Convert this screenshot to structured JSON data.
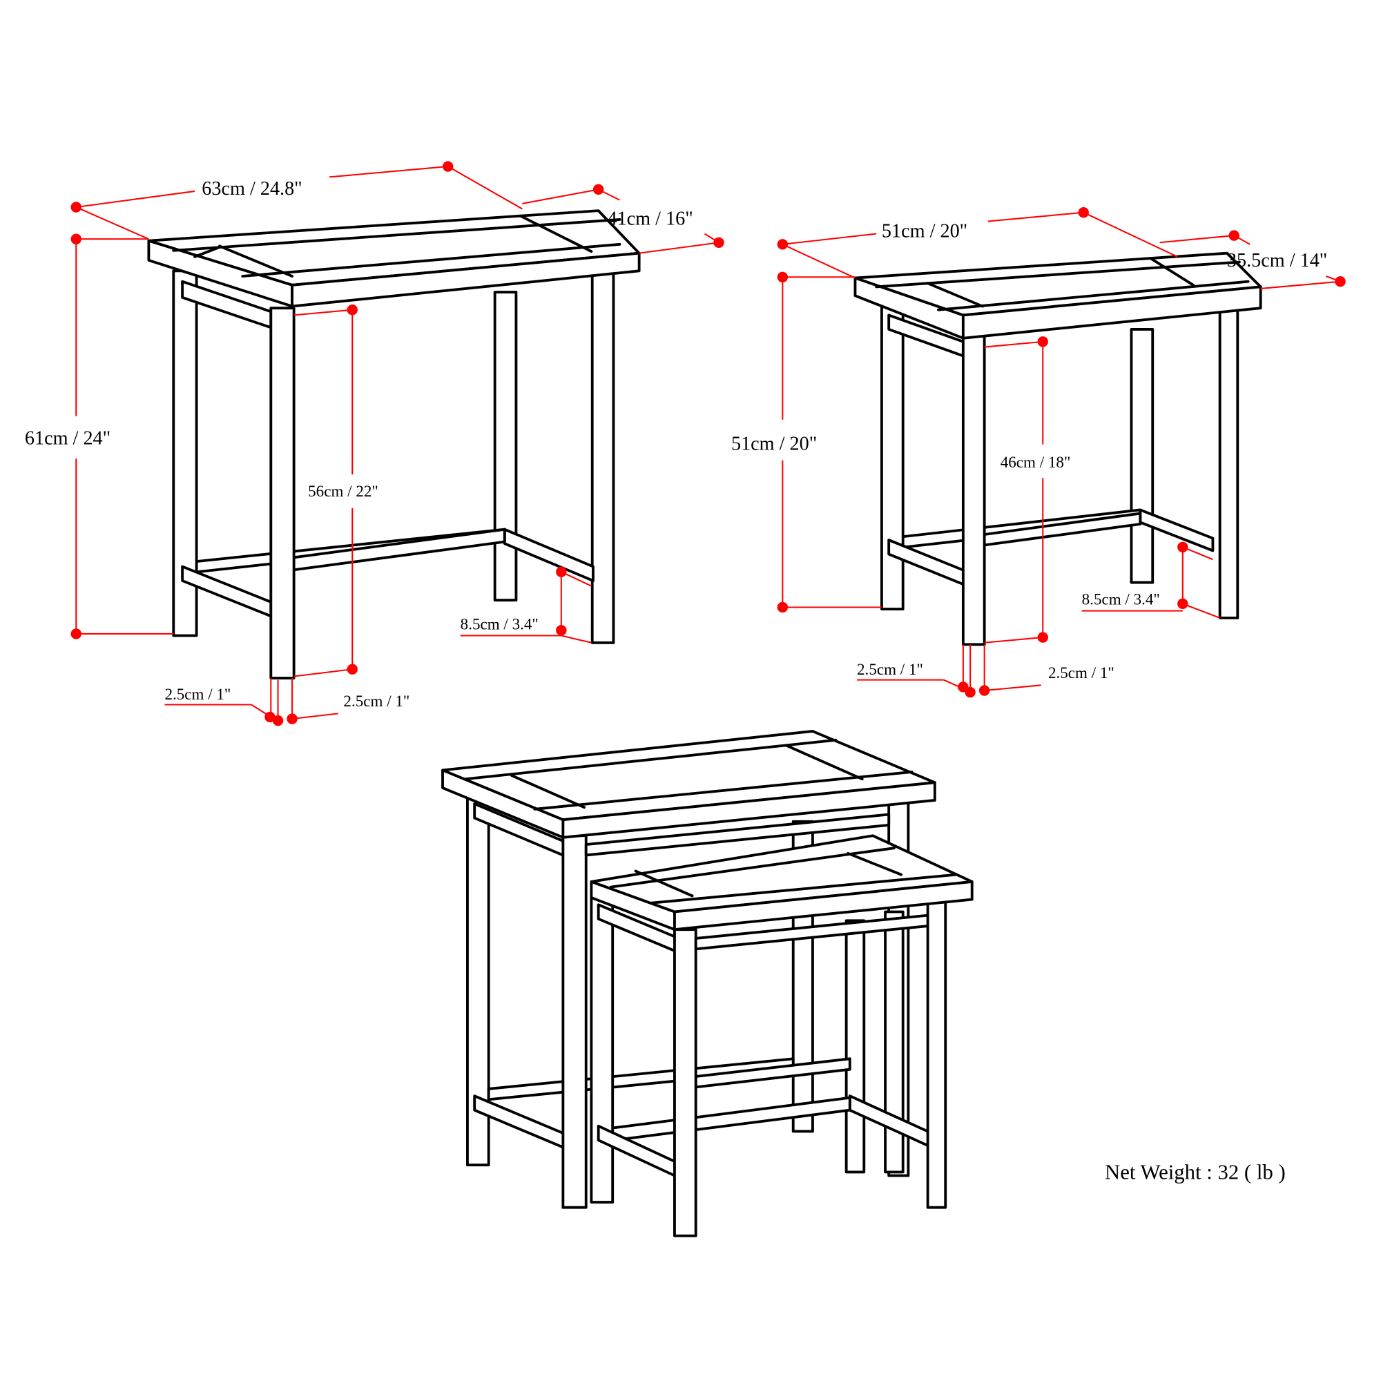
{
  "diagram": {
    "title": "Nesting table set dimensions",
    "colors": {
      "line": "#000000",
      "dimension": "#ff0000",
      "background": "#ffffff"
    },
    "large_table": {
      "width_label": "63cm / 24.8\"",
      "depth_label": "41cm / 16\"",
      "height_label": "61cm / 24\"",
      "clearance_label": "56cm / 22\"",
      "foot_offset_label": "8.5cm / 3.4\"",
      "leg_depth_label": "2.5cm / 1\"",
      "leg_width_label": "2.5cm / 1\""
    },
    "small_table": {
      "width_label": "51cm / 20\"",
      "depth_label": "35.5cm / 14\"",
      "height_label": "51cm / 20\"",
      "clearance_label": "46cm / 18\"",
      "foot_offset_label": "8.5cm / 3.4\"",
      "leg_depth_label": "2.5cm / 1\"",
      "leg_width_label": "2.5cm / 1\""
    },
    "nested_view": {
      "caption": ""
    },
    "net_weight": "Net Weight : 32 ( lb )"
  }
}
